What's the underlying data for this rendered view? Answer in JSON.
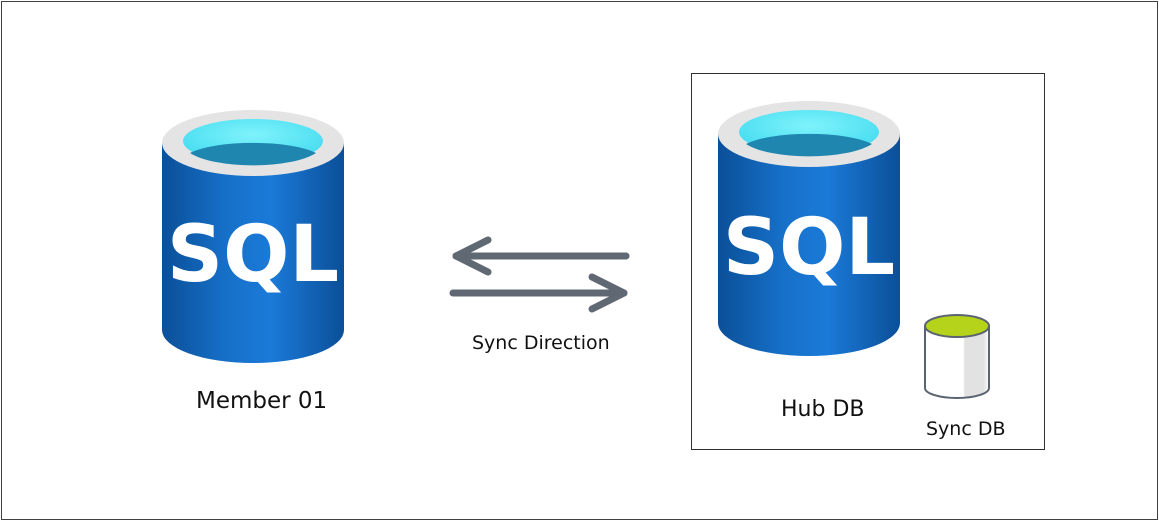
{
  "member": {
    "icon_text": "SQL",
    "label": "Member 01"
  },
  "sync": {
    "label": "Sync Direction"
  },
  "hub": {
    "icon_text": "SQL",
    "label": "Hub DB"
  },
  "syncdb": {
    "label": "Sync DB"
  },
  "colors": {
    "sql_blue_dark": "#0a4f9c",
    "sql_blue_mid": "#1a78d6",
    "sql_rim": "#e6e6e6",
    "sql_inner_light": "#5ce8f7",
    "sql_inner_dark": "#1d85b3",
    "arrow": "#5f6873",
    "syncdb_top": "#b5d31b",
    "syncdb_body": "#f2f2f2",
    "syncdb_outline": "#5a6470"
  }
}
